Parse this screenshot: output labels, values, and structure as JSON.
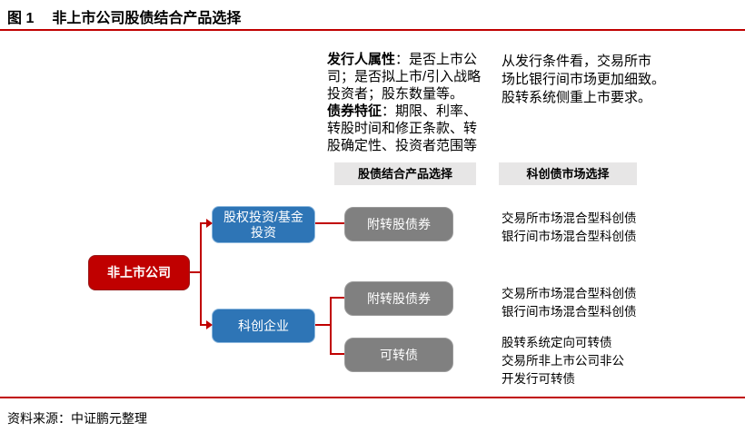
{
  "title": {
    "figure_label": "图 1",
    "figure_title": "非上市公司股债结合产品选择"
  },
  "notes": {
    "issuer": {
      "l1_bold": "发行人属性",
      "l1": "：是否上市公",
      "l2": "司；是否拟上市/引入战略",
      "l3": "投资者；股东数量等。",
      "l4_bold": "债券特征",
      "l4": "：期限、利率、",
      "l5": "转股时间和修正条款、转",
      "l6": "股确定性、投资者范围等"
    },
    "market": {
      "l1": "从发行条件看，交易所市",
      "l2": "场比银行间市场更加细致。",
      "l3": "股转系统侧重上市要求。"
    }
  },
  "column_headers": {
    "left": "股债结合产品选择",
    "right": "科创债市场选择"
  },
  "diagram": {
    "root": "非上市公司",
    "branch_equity": "股权投资/基金投资",
    "branch_tech": "科创企业",
    "product1": "附转股债券",
    "product2": "附转股债券",
    "product3": "可转债"
  },
  "annotations": {
    "a1": {
      "l1": "交易所市场混合型科创债",
      "l2": "银行间市场混合型科创债"
    },
    "a2": {
      "l1": "交易所市场混合型科创债",
      "l2": "银行间市场混合型科创债"
    },
    "a3": {
      "l1": "股转系统定向可转债",
      "l2": "交易所非上市公司非公",
      "l3": "开发行可转债"
    }
  },
  "footer": {
    "source": "资料来源：中证鹏元整理"
  },
  "colors": {
    "accent_red": "#c00000",
    "node_blue": "#2e75b6",
    "node_gray": "#808080",
    "header_bg": "#e7e6e6"
  }
}
